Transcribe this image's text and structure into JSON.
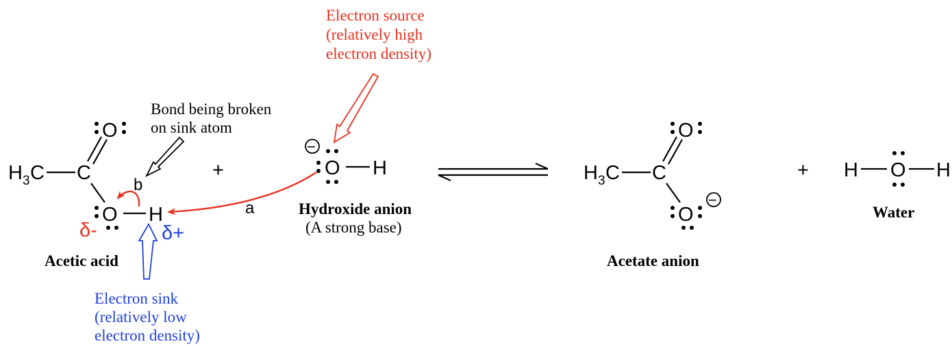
{
  "colors": {
    "source": "#e8301f",
    "sink": "#1f3fe0",
    "ink": "#000000"
  },
  "acetic_acid": {
    "methyl_main": "H",
    "methyl_sub": "3",
    "methyl_c": "C",
    "carbon": "C",
    "carbonyl_o": "O",
    "hydroxyl_o": "O",
    "hydrogen": "H",
    "delta_minus": "δ-",
    "delta_plus": "δ+",
    "arrow_b": "b",
    "name": "Acetic acid"
  },
  "plus_1": "+",
  "bond_note": {
    "line1": "Bond being broken",
    "line2": "on sink atom"
  },
  "hydroxide": {
    "oxygen": "O",
    "hydrogen": "H",
    "charge": "−",
    "name": "Hydroxide anion",
    "subtitle": "(A strong base)"
  },
  "arrow_a": "a",
  "source_note": {
    "line1": "Electron source",
    "line2": "(relatively high",
    "line3": "electron density)"
  },
  "sink_note": {
    "line1": "Electron sink",
    "line2": "(relatively low",
    "line3": "electron density)"
  },
  "acetate": {
    "methyl_main": "H",
    "methyl_sub": "3",
    "methyl_c": "C",
    "carbon": "C",
    "carbonyl_o": "O",
    "anion_o": "O",
    "charge": "−",
    "name": "Acetate anion"
  },
  "plus_2": "+",
  "water": {
    "h_left": "H",
    "oxygen": "O",
    "h_right": "H",
    "name": "Water"
  }
}
